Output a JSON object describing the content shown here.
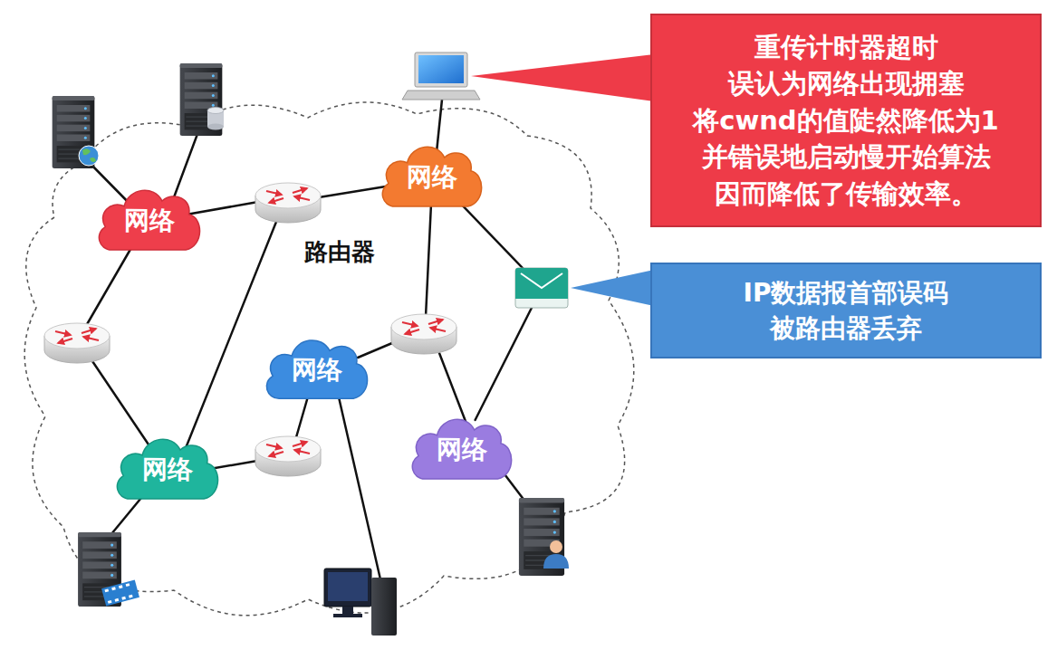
{
  "diagram": {
    "nodes": [
      {
        "text": [
          "网络"
        ]
      },
      {
        "text": [
          "网络"
        ]
      },
      {
        "text": [
          "网络"
        ]
      },
      {
        "text": [
          "网络"
        ]
      },
      {
        "text": [
          "网络"
        ]
      },
      {
        "text": [
          "重传计时器超时 误认为网络出现拥塞 将cwnd的值陡然降低为1 并错误地启动慢开始算法 因而降低了传输效率。"
        ]
      },
      {
        "text": [
          "IP数据报首部误码 被路由器丢弃"
        ]
      }
    ],
    "edges": [
      {
        "from": 0,
        "to": 3,
        "arrow": "none"
      }
    ],
    "labels": [
      "路由器"
    ]
  }
}
